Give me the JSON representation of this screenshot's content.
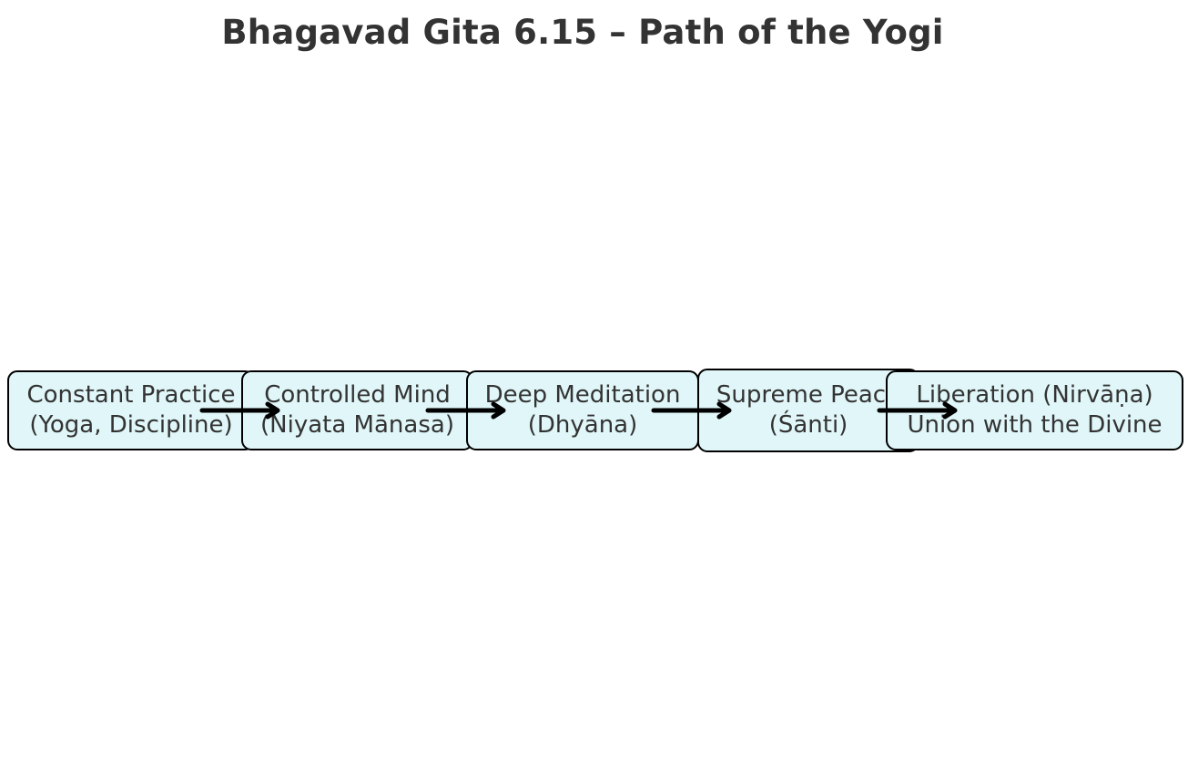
{
  "title": "Bhagavad Gita 6.15 – Path of the Yogi",
  "colors": {
    "node_fill": "#e0f6f8",
    "node_border": "#000000",
    "text": "#333333",
    "arrow": "#000000"
  },
  "nodes": [
    {
      "line1": "Constant Practice",
      "line2": "(Yoga, Discipline)"
    },
    {
      "line1": "Controlled Mind",
      "line2": "(Niyata Mānasa)"
    },
    {
      "line1": "Deep Meditation",
      "line2": "(Dhyāna)"
    },
    {
      "line1": "Supreme Peace",
      "line2": "(Śānti)"
    },
    {
      "line1": "Liberation (Nirvāṇa)",
      "line2": "Union with the Divine"
    }
  ],
  "edges": [
    {
      "from": 0,
      "to": 1
    },
    {
      "from": 1,
      "to": 2
    },
    {
      "from": 2,
      "to": 3
    },
    {
      "from": 3,
      "to": 4
    }
  ]
}
